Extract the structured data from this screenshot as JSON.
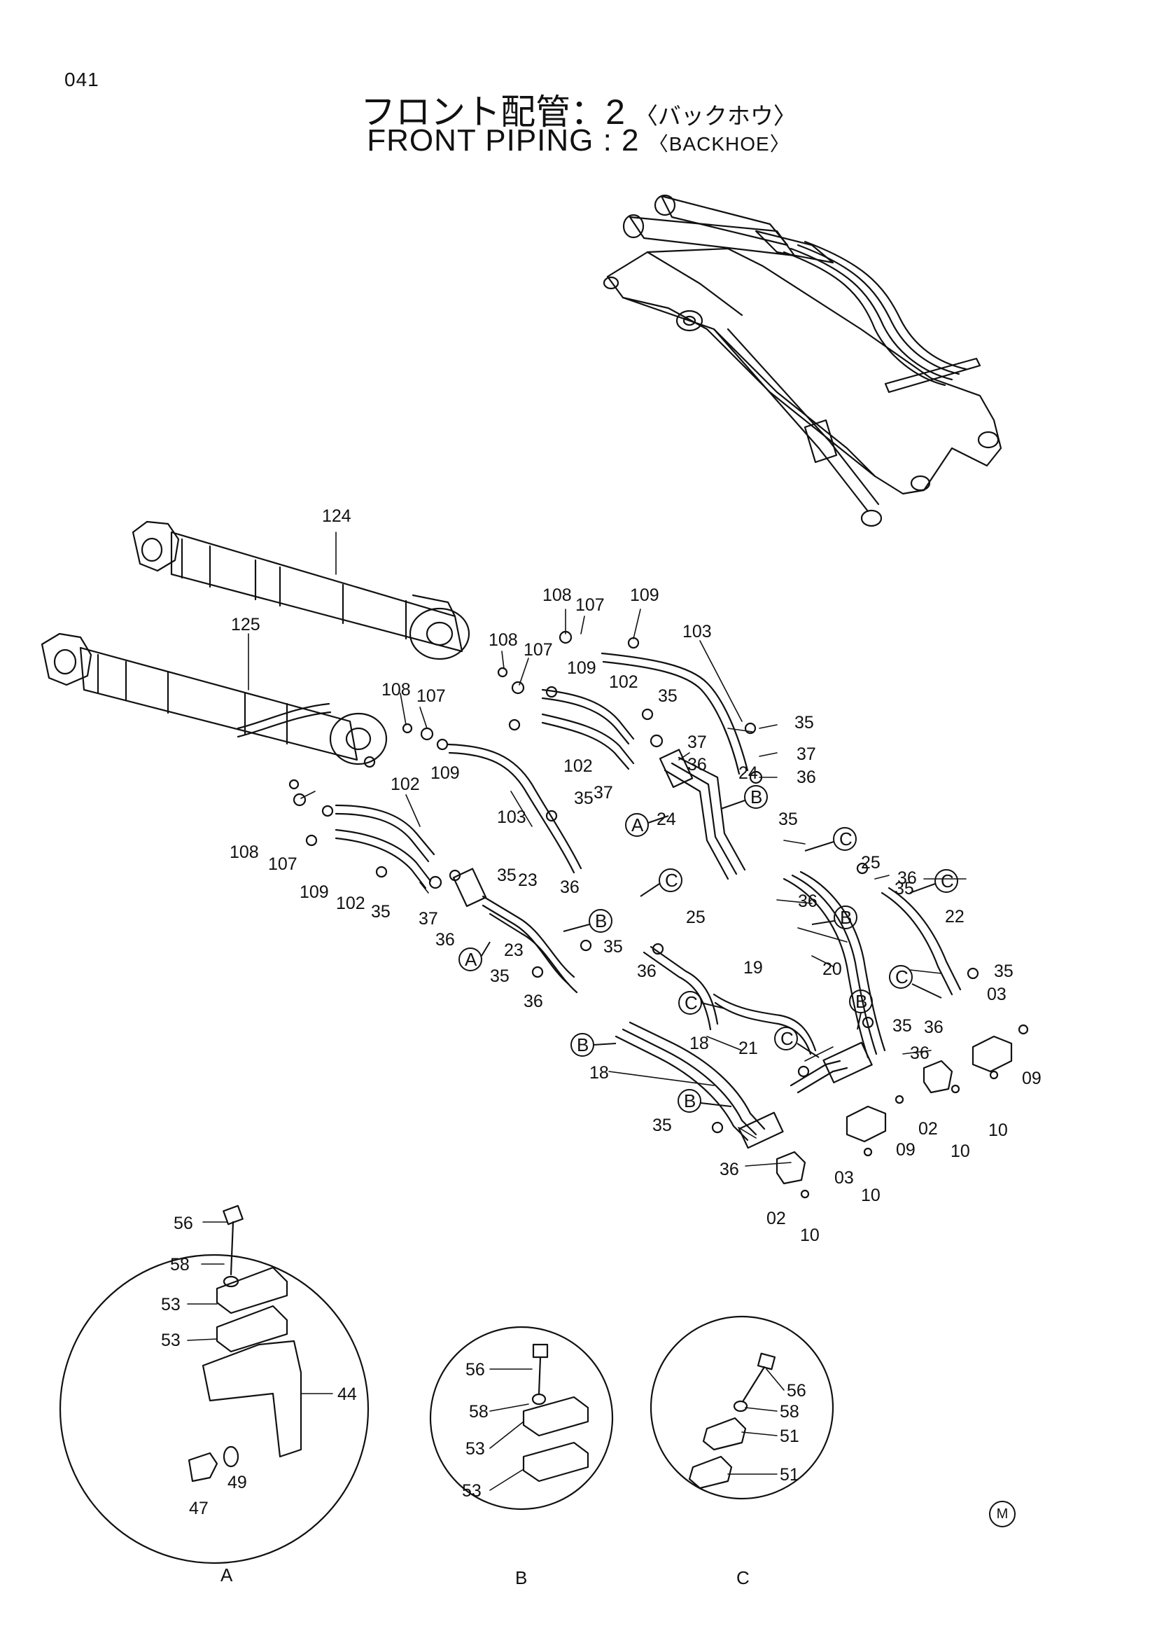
{
  "page_number": "041",
  "title": {
    "jp_main": "フロント配管：2",
    "jp_paren": "〈バックホウ〉",
    "en_main": "FRONT  PIPING : 2",
    "en_paren": "〈BACKHOE〉"
  },
  "parts": {
    "p124": "124",
    "p125": "125",
    "p108a": "108",
    "p108b": "108",
    "p108c": "108",
    "p108d": "108",
    "p107a": "107",
    "p107b": "107",
    "p107c": "107",
    "p107d": "107",
    "p109a": "109",
    "p109b": "109",
    "p109c": "109",
    "p109d": "109",
    "p103a": "103",
    "p103b": "103",
    "p102a": "102",
    "p102b": "102",
    "p102c": "102",
    "p102d": "102",
    "p35": "35",
    "p37": "37",
    "p36": "36",
    "p23": "23",
    "p24": "24",
    "p25": "25",
    "p22": "22",
    "p19": "19",
    "p20": "20",
    "p21": "21",
    "p18": "18",
    "p02": "02",
    "p03": "03",
    "p09": "09",
    "p10": "10",
    "p56": "56",
    "p58": "58",
    "p53": "53",
    "p44": "44",
    "p47": "47",
    "p49": "49",
    "p51": "51"
  },
  "callouts": {
    "a": "A",
    "b": "B",
    "c": "C"
  },
  "details": {
    "a": "A",
    "b": "B",
    "c": "C"
  },
  "maker_mark": "M"
}
